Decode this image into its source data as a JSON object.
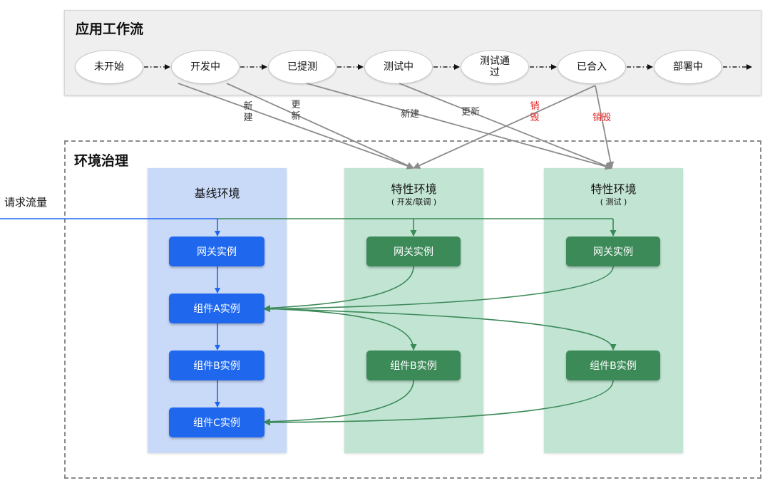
{
  "workflow": {
    "title": "应用工作流",
    "stages": [
      "未开始",
      "开发中",
      "已提测",
      "测试中",
      "测试通\n过",
      "已合入",
      "部署中"
    ],
    "edge_labels": {
      "new_left": "新\n建",
      "update_left": "更\n新",
      "new_right": "新建",
      "update_right": "更新",
      "destroy_left": "销\n毁",
      "destroy_right": "销毁"
    }
  },
  "env": {
    "title": "环境治理",
    "traffic_label": "请求流量",
    "columns": {
      "base": {
        "title": "基线环境",
        "instances": [
          "网关实例",
          "组件A实例",
          "组件B实例",
          "组件C实例"
        ]
      },
      "feature_dev": {
        "title": "特性环境",
        "subtitle": "( 开发/联调 )",
        "instances": [
          "网关实例",
          "组件B实例"
        ]
      },
      "feature_test": {
        "title": "特性环境",
        "subtitle": "( 测试 )",
        "instances": [
          "网关实例",
          "组件B实例"
        ]
      }
    }
  },
  "colors": {
    "blue": "#1f68ee",
    "green": "#3b8a58",
    "gray_arrow": "#8c8c8c",
    "destroy_red": "#e02020",
    "base_column": "#c9d9f8",
    "feature_column": "#c2e4d3"
  }
}
